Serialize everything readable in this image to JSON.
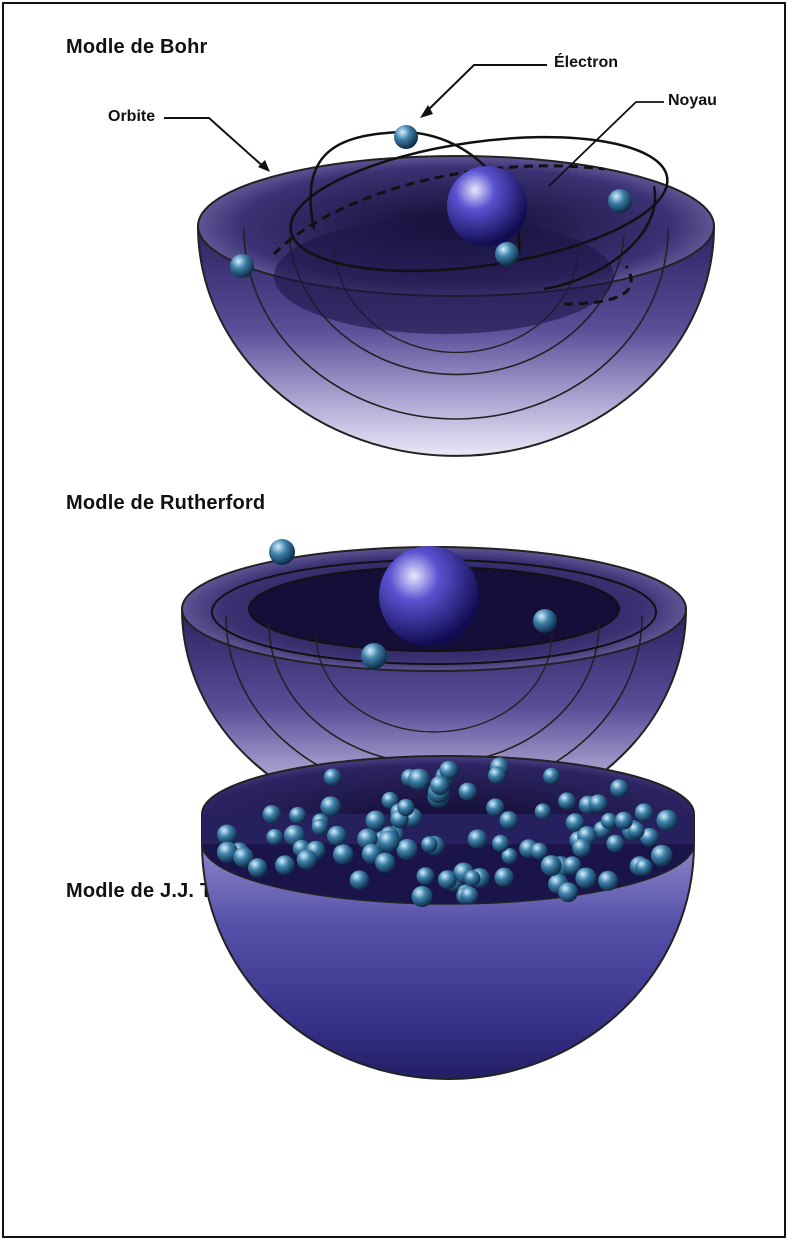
{
  "bohr": {
    "title": "Modle de Bohr",
    "labels": {
      "electron": "Électron",
      "nucleus": "Noyau",
      "orbit": "Orbite"
    }
  },
  "rutherford": {
    "title": "Modle de Rutherford"
  },
  "thomson": {
    "title": "Modle de J.J. Thomson"
  },
  "colors": {
    "shell_dark": "#1a1440",
    "shell_mid": "#4a3f86",
    "shell_light": "#e9e6f4",
    "electron_blue": "#3d7fa8",
    "nucleus": "#3a34a8"
  }
}
